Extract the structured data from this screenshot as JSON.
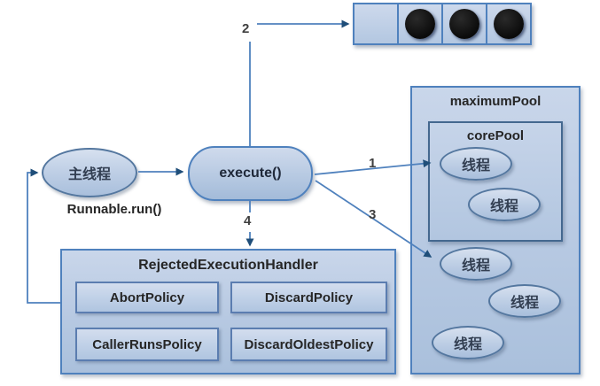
{
  "diagram": {
    "main_thread": {
      "label": "主线程",
      "caption": "Runnable.run()"
    },
    "execute": {
      "label": "execute()"
    },
    "steps": {
      "to_core_pool": "1",
      "to_queue": "2",
      "to_maximum_pool": "3",
      "to_handler": "4"
    },
    "queue": {
      "slot_count": 4,
      "filled_count": 3
    },
    "maximum_pool": {
      "title": "maximumPool",
      "core_pool": {
        "title": "corePool",
        "threads": [
          "线程",
          "线程"
        ]
      },
      "extra_threads": [
        "线程",
        "线程",
        "线程"
      ]
    },
    "rejected_handler": {
      "title": "RejectedExecutionHandler",
      "policies": [
        "AbortPolicy",
        "DiscardPolicy",
        "CallerRunsPolicy",
        "DiscardOldestPolicy"
      ]
    },
    "colors": {
      "line": "#4f81bd",
      "arrowhead": "#1f4e79",
      "shape_border": "#4f81bd",
      "shape_fill": "#b7c9e2"
    }
  }
}
